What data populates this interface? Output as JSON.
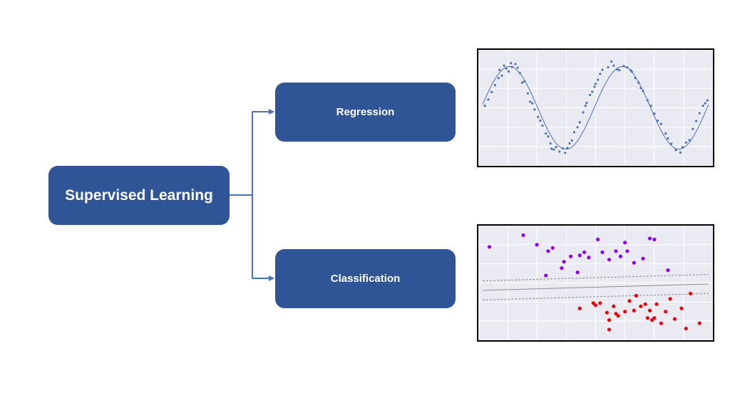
{
  "diagram": {
    "root_label": "Supervised Learning",
    "branches": [
      {
        "label": "Regression"
      },
      {
        "label": "Classification"
      }
    ]
  },
  "colors": {
    "box_fill": "#2f5597",
    "box_text": "#ffffff",
    "connector": "#4472c4",
    "plot_background": "#eaeaf2",
    "regression_points": "#4c72b0",
    "class_a_points": "#8b00ff",
    "class_b_points": "#e8000b",
    "boundary_line": "#8c8c8c"
  },
  "chart_data": [
    {
      "type": "scatter",
      "title": "",
      "xlabel": "",
      "ylabel": "",
      "grid": true,
      "fit_curve": "sine",
      "xlim": [
        0,
        10
      ],
      "ylim": [
        -1.3,
        1.3
      ],
      "series": [
        {
          "x": [
            0.1,
            0.25,
            0.4,
            0.55,
            0.7,
            0.75,
            0.85,
            0.95,
            1.05,
            1.15,
            1.25,
            1.3,
            1.45,
            1.55,
            1.65,
            1.75,
            1.85,
            2.0,
            2.1,
            2.2,
            2.3,
            2.45,
            2.55,
            2.65,
            2.8,
            2.9,
            3.0,
            3.05,
            3.15,
            3.25,
            3.4,
            3.55,
            3.65,
            3.75,
            3.85,
            3.95,
            4.05,
            4.2,
            4.3,
            4.45,
            4.55,
            4.6,
            4.75,
            4.85,
            4.95,
            5.0,
            5.1,
            5.2,
            5.3,
            5.55,
            5.7,
            5.8,
            5.95,
            6.05,
            6.25,
            6.4,
            6.55,
            6.6,
            6.75,
            6.9,
            7.0,
            7.1,
            7.3,
            7.45,
            7.6,
            7.75,
            7.9,
            8.1,
            8.2,
            8.35,
            8.55,
            8.75,
            8.85,
            9.0,
            9.15,
            9.3,
            9.45,
            9.6,
            9.75,
            9.85,
            9.95
          ],
          "y": [
            0.05,
            0.2,
            0.38,
            0.55,
            0.72,
            0.92,
            0.78,
            1.02,
            0.95,
            0.88,
            1.08,
            0.99,
            1.06,
            0.97,
            0.84,
            0.61,
            0.64,
            0.35,
            0.15,
            0.11,
            -0.04,
            -0.22,
            -0.31,
            -0.43,
            -0.62,
            -0.69,
            -0.86,
            -0.99,
            -1.01,
            -0.95,
            -1.06,
            -0.98,
            -1.09,
            -0.97,
            -0.86,
            -0.79,
            -0.59,
            -0.47,
            -0.35,
            -0.11,
            0.05,
            0.12,
            0.31,
            0.39,
            0.51,
            0.58,
            0.68,
            0.82,
            0.92,
            0.98,
            1.12,
            1.02,
            0.93,
            0.91,
            1.01,
            0.98,
            0.91,
            0.88,
            0.72,
            0.61,
            0.48,
            0.41,
            0.18,
            0.05,
            -0.14,
            -0.31,
            -0.39,
            -0.62,
            -0.74,
            -0.87,
            -1.02,
            -1.08,
            -0.95,
            -0.84,
            -0.78,
            -0.51,
            -0.32,
            -0.13,
            0.05,
            0.11,
            0.18
          ]
        }
      ]
    },
    {
      "type": "scatter",
      "title": "",
      "xlabel": "",
      "ylabel": "",
      "grid": true,
      "decision_boundary": {
        "slope": 0.06,
        "intercept": 4.3,
        "margin": 0.9
      },
      "xlim": [
        0,
        10
      ],
      "ylim": [
        0,
        10
      ],
      "series": [
        {
          "class": "a",
          "x": [
            0.3,
            1.8,
            2.4,
            2.9,
            3.1,
            3.6,
            3.9,
            4.3,
            4.5,
            4.7,
            5.1,
            5.3,
            5.6,
            5.9,
            6.1,
            6.4,
            6.7,
            7.1,
            7.4,
            7.6,
            8.2,
            3.5,
            4.2,
            2.8,
            6.3
          ],
          "y": [
            8.4,
            9.5,
            8.6,
            8.0,
            8.3,
            7.0,
            7.5,
            7.6,
            7.9,
            7.4,
            9.1,
            7.9,
            7.2,
            8.0,
            7.5,
            8.0,
            6.9,
            7.3,
            9.2,
            9.1,
            6.2,
            6.4,
            6.0,
            5.7,
            8.8
          ]
        },
        {
          "class": "b",
          "x": [
            4.3,
            4.9,
            5.0,
            5.2,
            5.5,
            5.6,
            5.8,
            5.9,
            6.0,
            6.3,
            6.5,
            6.7,
            6.8,
            7.0,
            7.2,
            7.3,
            7.4,
            7.5,
            7.6,
            7.7,
            7.9,
            8.1,
            8.3,
            8.5,
            8.8,
            9.0,
            9.2,
            9.6,
            5.6
          ],
          "y": [
            2.6,
            3.1,
            2.9,
            3.1,
            2.2,
            1.5,
            2.8,
            2.1,
            1.9,
            2.3,
            3.3,
            2.4,
            3.8,
            2.8,
            3.0,
            1.7,
            2.4,
            1.5,
            1.7,
            3.0,
            1.2,
            2.3,
            3.5,
            1.6,
            2.6,
            0.7,
            4.0,
            1.2,
            0.6
          ]
        }
      ]
    }
  ]
}
